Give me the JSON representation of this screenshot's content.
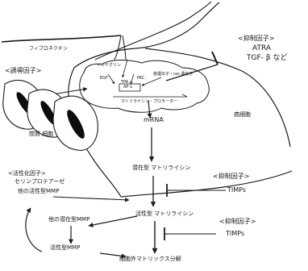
{
  "labels": {
    "fibronectin": "フィブロネクチン",
    "inducer_top": "<誘導因子>",
    "integrin": "インテグリン",
    "egf": "EGF",
    "pkc": "PKC",
    "tpa": "TPA",
    "oncogene": "癌遺伝子・ras 遺伝子",
    "ap1": "AP-1",
    "promoter": "マトリライシン・プロモーター",
    "inhibitor_top": "<抑制因子>",
    "atra": "ATRA",
    "tgf": "TGF- β など",
    "cancer_cell": "癌細胞",
    "stroma_cell": "間質 細胞",
    "mrna": "mRNA",
    "latent_matrilysin": "潜在型 マトリライシン",
    "activator_title": "<活性化因子>",
    "serine_protease": "セリンプロテアーゼ",
    "other_active_mmp": "他の活性型MMP",
    "inhibitor_mid": "<抑制因子>",
    "timps_mid": "TIMPs",
    "active_matrilysin": "活性型 マトリライシン",
    "other_latent_mmp": "他の潜在型MMP",
    "active_mmp": "活性型MMP",
    "inhibitor_bottom": "<抑制因子>",
    "timps_bottom": "TIMPs",
    "ecm_degradation": "細胞外マトリックス分解"
  },
  "colors": {
    "ink": "#1a1a1a",
    "nucleus": "#0d0d0d",
    "background": "#ffffff"
  }
}
